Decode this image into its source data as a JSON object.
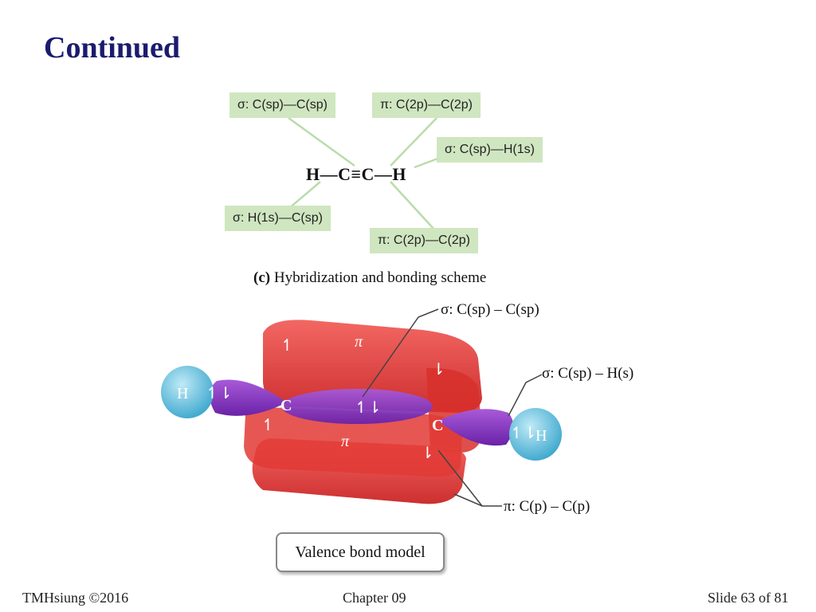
{
  "title": "Continued",
  "labels": {
    "sigma_cc": "σ: C(sp)—C(sp)",
    "pi_top": "π: C(2p)—C(2p)",
    "sigma_ch_right": "σ: C(sp)—H(1s)",
    "sigma_hc_left": "σ: H(1s)—C(sp)",
    "pi_bottom": "π: C(2p)—C(2p)"
  },
  "formula": "H—C≡C—H",
  "caption_letter": "(c)",
  "caption_text": "Hybridization and bonding scheme",
  "model": {
    "h_left": "H",
    "h_right": "H",
    "c_left": "C",
    "c_right": "C",
    "pi_top": "π",
    "pi_mid": "π",
    "callout_sigma_cc": "σ: C(sp) – C(sp)",
    "callout_sigma_ch": "σ: C(sp) – H(s)",
    "callout_pi": "π: C(p) – C(p)",
    "spin_pair": "↿⇂",
    "spin_up": "↿",
    "spin_down": "⇂"
  },
  "valence_bond_model": "Valence bond model",
  "footer": {
    "left": "TMHsiung ©2016",
    "center": "Chapter 09",
    "right": "Slide 63 of 81"
  },
  "colors": {
    "title": "#1b1b6e",
    "box_fill": "#cfe6c0",
    "connector": "#b9dcaa",
    "pi_lobe": "#e8302e",
    "sp_lobe": "#8a3fc0",
    "hydrogen": "#4fb8d8"
  }
}
